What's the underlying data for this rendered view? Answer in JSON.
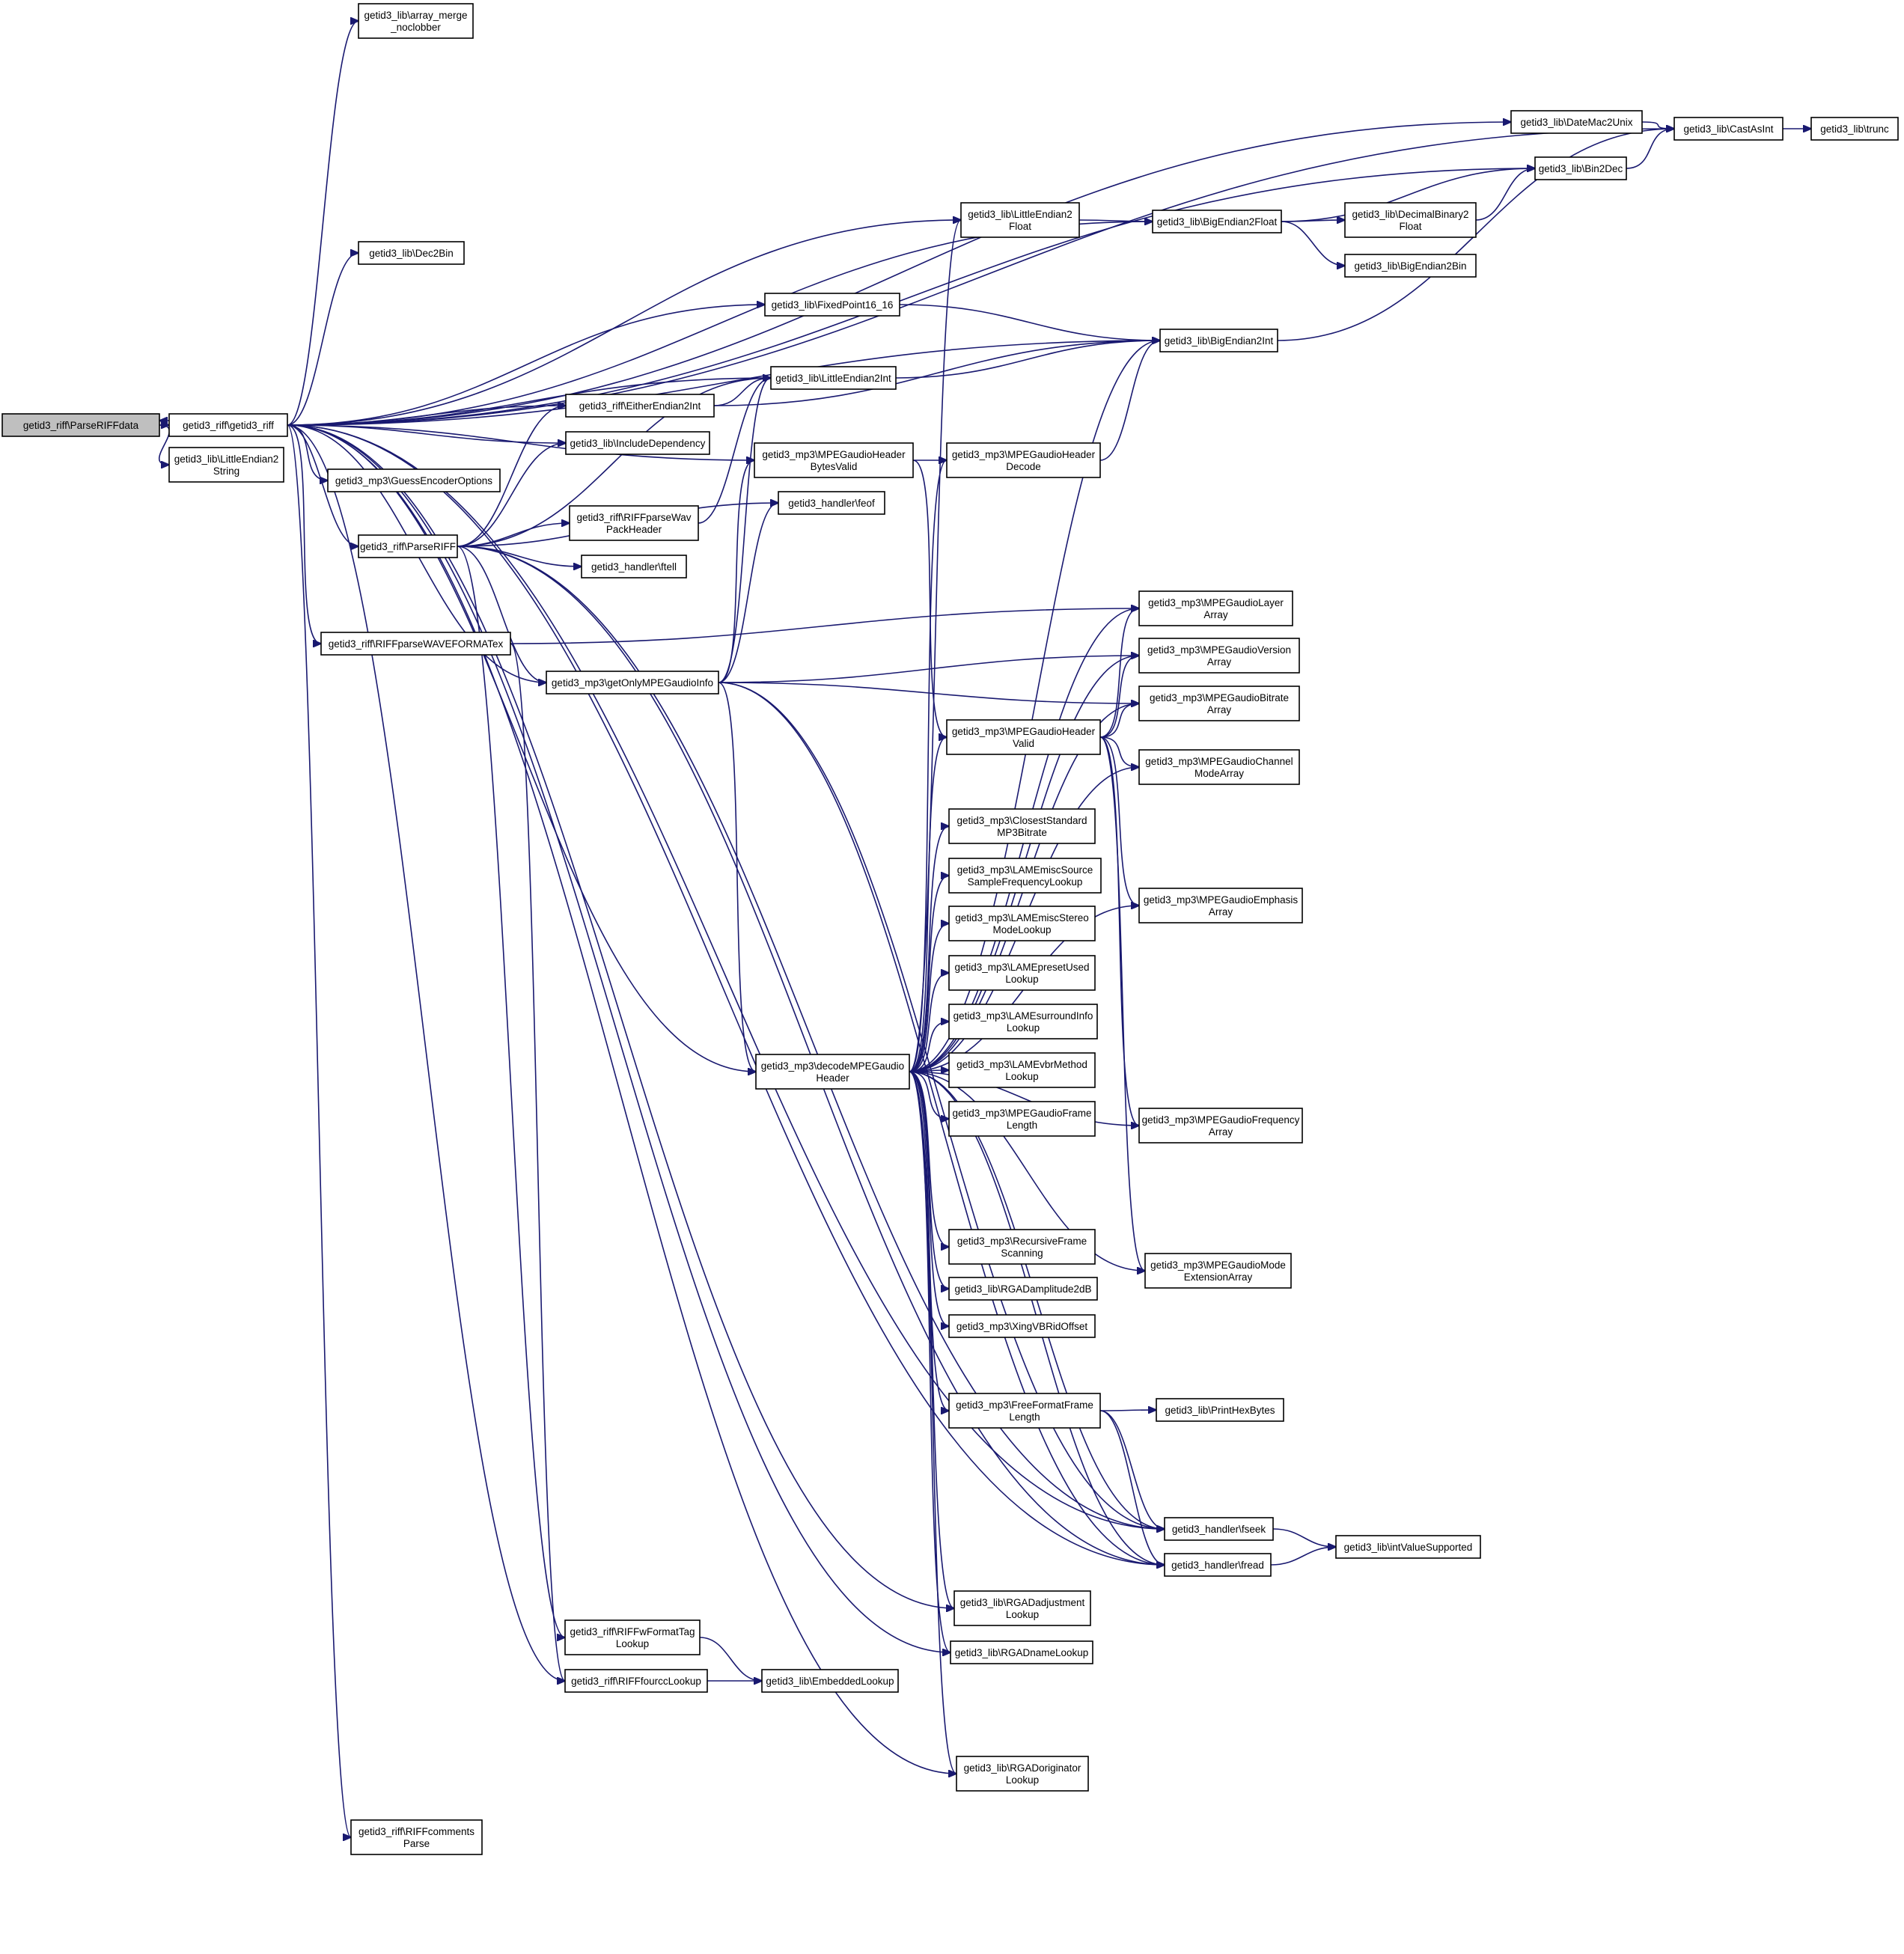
{
  "colors": {
    "edge": "#191970",
    "node_fill": "#ffffff",
    "root_fill": "#bfbfbf",
    "node_border": "#000000"
  },
  "nodes": [
    {
      "id": "parseriffdata",
      "lines": [
        "getid3_riff\\ParseRIFFdata"
      ],
      "root": true
    },
    {
      "id": "getid3_riff",
      "lines": [
        "getid3_riff\\getid3_riff"
      ]
    },
    {
      "id": "le2string",
      "lines": [
        "getid3_lib\\LittleEndian2",
        "String"
      ]
    },
    {
      "id": "array_merge",
      "lines": [
        "getid3_lib\\array_merge",
        "_noclobber"
      ]
    },
    {
      "id": "dec2bin",
      "lines": [
        "getid3_lib\\Dec2Bin"
      ]
    },
    {
      "id": "either",
      "lines": [
        "getid3_riff\\EitherEndian2Int"
      ]
    },
    {
      "id": "includedep",
      "lines": [
        "getid3_lib\\IncludeDependency"
      ]
    },
    {
      "id": "guessenc",
      "lines": [
        "getid3_mp3\\GuessEncoderOptions"
      ]
    },
    {
      "id": "parseriff",
      "lines": [
        "getid3_riff\\ParseRIFF"
      ]
    },
    {
      "id": "wavpack",
      "lines": [
        "getid3_riff\\RIFFparseWav",
        "PackHeader"
      ]
    },
    {
      "id": "ftell",
      "lines": [
        "getid3_handler\\ftell"
      ]
    },
    {
      "id": "waveformatex",
      "lines": [
        "getid3_riff\\RIFFparseWAVEFORMATex"
      ]
    },
    {
      "id": "getonlympeg",
      "lines": [
        "getid3_mp3\\getOnlyMPEGaudioInfo"
      ]
    },
    {
      "id": "fixedpoint",
      "lines": [
        "getid3_lib\\FixedPoint16_16"
      ]
    },
    {
      "id": "le2int",
      "lines": [
        "getid3_lib\\LittleEndian2Int"
      ]
    },
    {
      "id": "hdrbytesvalid",
      "lines": [
        "getid3_mp3\\MPEGaudioHeader",
        "BytesValid"
      ]
    },
    {
      "id": "feof",
      "lines": [
        "getid3_handler\\feof"
      ]
    },
    {
      "id": "le2float",
      "lines": [
        "getid3_lib\\LittleEndian2",
        "Float"
      ]
    },
    {
      "id": "be2float",
      "lines": [
        "getid3_lib\\BigEndian2Float"
      ]
    },
    {
      "id": "be2int",
      "lines": [
        "getid3_lib\\BigEndian2Int"
      ]
    },
    {
      "id": "hdrdecode",
      "lines": [
        "getid3_mp3\\MPEGaudioHeader",
        "Decode"
      ]
    },
    {
      "id": "datemac",
      "lines": [
        "getid3_lib\\DateMac2Unix"
      ]
    },
    {
      "id": "castasint",
      "lines": [
        "getid3_lib\\CastAsInt"
      ]
    },
    {
      "id": "trunc",
      "lines": [
        "getid3_lib\\trunc"
      ]
    },
    {
      "id": "bin2dec",
      "lines": [
        "getid3_lib\\Bin2Dec"
      ]
    },
    {
      "id": "decbinfloat",
      "lines": [
        "getid3_lib\\DecimalBinary2",
        "Float"
      ]
    },
    {
      "id": "be2bin",
      "lines": [
        "getid3_lib\\BigEndian2Bin"
      ]
    },
    {
      "id": "layerarr",
      "lines": [
        "getid3_mp3\\MPEGaudioLayer",
        "Array"
      ]
    },
    {
      "id": "versionarr",
      "lines": [
        "getid3_mp3\\MPEGaudioVersion",
        "Array"
      ]
    },
    {
      "id": "bitratearr",
      "lines": [
        "getid3_mp3\\MPEGaudioBitrate",
        "Array"
      ]
    },
    {
      "id": "hdrvalid",
      "lines": [
        "getid3_mp3\\MPEGaudioHeader",
        "Valid"
      ]
    },
    {
      "id": "channelarr",
      "lines": [
        "getid3_mp3\\MPEGaudioChannel",
        "ModeArray"
      ]
    },
    {
      "id": "closest",
      "lines": [
        "getid3_mp3\\ClosestStandard",
        "MP3Bitrate"
      ]
    },
    {
      "id": "lamemisc_sf",
      "lines": [
        "getid3_mp3\\LAMEmiscSource",
        "SampleFrequencyLookup"
      ]
    },
    {
      "id": "lamemisc_st",
      "lines": [
        "getid3_mp3\\LAMEmiscStereo",
        "ModeLookup"
      ]
    },
    {
      "id": "lamepreset",
      "lines": [
        "getid3_mp3\\LAMEpresetUsed",
        "Lookup"
      ]
    },
    {
      "id": "lamesurround",
      "lines": [
        "getid3_mp3\\LAMEsurroundInfo",
        "Lookup"
      ]
    },
    {
      "id": "lamevbr",
      "lines": [
        "getid3_mp3\\LAMEvbrMethod",
        "Lookup"
      ]
    },
    {
      "id": "framelen",
      "lines": [
        "getid3_mp3\\MPEGaudioFrame",
        "Length"
      ]
    },
    {
      "id": "decodehdr",
      "lines": [
        "getid3_mp3\\decodeMPEGaudio",
        "Header"
      ]
    },
    {
      "id": "emphasisarr",
      "lines": [
        "getid3_mp3\\MPEGaudioEmphasis",
        "Array"
      ]
    },
    {
      "id": "freqarr",
      "lines": [
        "getid3_mp3\\MPEGaudioFrequency",
        "Array"
      ]
    },
    {
      "id": "recursive",
      "lines": [
        "getid3_mp3\\RecursiveFrame",
        "Scanning"
      ]
    },
    {
      "id": "rgadamp",
      "lines": [
        "getid3_lib\\RGADamplitude2dB"
      ]
    },
    {
      "id": "xingvbr",
      "lines": [
        "getid3_mp3\\XingVBRidOffset"
      ]
    },
    {
      "id": "modeextarr",
      "lines": [
        "getid3_mp3\\MPEGaudioMode",
        "ExtensionArray"
      ]
    },
    {
      "id": "freeformat",
      "lines": [
        "getid3_mp3\\FreeFormatFrame",
        "Length"
      ]
    },
    {
      "id": "printhex",
      "lines": [
        "getid3_lib\\PrintHexBytes"
      ]
    },
    {
      "id": "fseek",
      "lines": [
        "getid3_handler\\fseek"
      ]
    },
    {
      "id": "fread",
      "lines": [
        "getid3_handler\\fread"
      ]
    },
    {
      "id": "intvalue",
      "lines": [
        "getid3_lib\\intValueSupported"
      ]
    },
    {
      "id": "rgadadj",
      "lines": [
        "getid3_lib\\RGADadjustment",
        "Lookup"
      ]
    },
    {
      "id": "wformattag",
      "lines": [
        "getid3_riff\\RIFFwFormatTag",
        "Lookup"
      ]
    },
    {
      "id": "rgadname",
      "lines": [
        "getid3_lib\\RGADnameLookup"
      ]
    },
    {
      "id": "fourcc",
      "lines": [
        "getid3_riff\\RIFFfourccLookup"
      ]
    },
    {
      "id": "embedded",
      "lines": [
        "getid3_lib\\EmbeddedLookup"
      ]
    },
    {
      "id": "rgadorig",
      "lines": [
        "getid3_lib\\RGADoriginator",
        "Lookup"
      ]
    },
    {
      "id": "riffcomments",
      "lines": [
        "getid3_riff\\RIFFcomments",
        "Parse"
      ]
    }
  ],
  "edges": [
    [
      "parseriffdata",
      "getid3_riff"
    ],
    [
      "getid3_riff",
      "parseriffdata"
    ],
    [
      "parseriffdata",
      "le2string"
    ],
    [
      "getid3_riff",
      "array_merge"
    ],
    [
      "getid3_riff",
      "castasint"
    ],
    [
      "getid3_riff",
      "datemac"
    ],
    [
      "getid3_riff",
      "bin2dec"
    ],
    [
      "getid3_riff",
      "be2float"
    ],
    [
      "getid3_riff",
      "le2float"
    ],
    [
      "getid3_riff",
      "dec2bin"
    ],
    [
      "getid3_riff",
      "be2int"
    ],
    [
      "getid3_riff",
      "fixedpoint"
    ],
    [
      "getid3_riff",
      "le2int"
    ],
    [
      "getid3_riff",
      "either"
    ],
    [
      "getid3_riff",
      "includedep"
    ],
    [
      "getid3_riff",
      "guessenc"
    ],
    [
      "getid3_riff",
      "parseriff"
    ],
    [
      "getid3_riff",
      "waveformatex"
    ],
    [
      "getid3_riff",
      "getonlympeg"
    ],
    [
      "getid3_riff",
      "hdrbytesvalid"
    ],
    [
      "getid3_riff",
      "decodehdr"
    ],
    [
      "getid3_riff",
      "fseek"
    ],
    [
      "getid3_riff",
      "fread"
    ],
    [
      "getid3_riff",
      "rgadadj"
    ],
    [
      "getid3_riff",
      "rgadname"
    ],
    [
      "getid3_riff",
      "rgadorig"
    ],
    [
      "getid3_riff",
      "fourcc"
    ],
    [
      "getid3_riff",
      "riffcomments"
    ],
    [
      "parseriff",
      "either"
    ],
    [
      "parseriff",
      "includedep"
    ],
    [
      "parseriff",
      "le2int"
    ],
    [
      "parseriff",
      "wavpack"
    ],
    [
      "parseriff",
      "ftell"
    ],
    [
      "parseriff",
      "feof"
    ],
    [
      "parseriff",
      "getonlympeg"
    ],
    [
      "parseriff",
      "wformattag"
    ],
    [
      "parseriff",
      "fseek"
    ],
    [
      "parseriff",
      "fread"
    ],
    [
      "waveformatex",
      "layerarr"
    ],
    [
      "waveformatex",
      "fourcc"
    ],
    [
      "getonlympeg",
      "le2int"
    ],
    [
      "getonlympeg",
      "hdrbytesvalid"
    ],
    [
      "getonlympeg",
      "feof"
    ],
    [
      "getonlympeg",
      "versionarr"
    ],
    [
      "getonlympeg",
      "bitratearr"
    ],
    [
      "getonlympeg",
      "decodehdr"
    ],
    [
      "getonlympeg",
      "fseek"
    ],
    [
      "getonlympeg",
      "fread"
    ],
    [
      "either",
      "le2int"
    ],
    [
      "either",
      "be2int"
    ],
    [
      "fixedpoint",
      "be2int"
    ],
    [
      "le2int",
      "be2int"
    ],
    [
      "wavpack",
      "le2int"
    ],
    [
      "hdrbytesvalid",
      "hdrdecode"
    ],
    [
      "hdrbytesvalid",
      "hdrvalid"
    ],
    [
      "hdrdecode",
      "be2int"
    ],
    [
      "le2float",
      "be2float"
    ],
    [
      "be2float",
      "bin2dec"
    ],
    [
      "be2float",
      "decbinfloat"
    ],
    [
      "be2float",
      "be2bin"
    ],
    [
      "decbinfloat",
      "bin2dec"
    ],
    [
      "bin2dec",
      "castasint"
    ],
    [
      "datemac",
      "castasint"
    ],
    [
      "castasint",
      "trunc"
    ],
    [
      "be2int",
      "castasint"
    ],
    [
      "hdrvalid",
      "layerarr"
    ],
    [
      "hdrvalid",
      "versionarr"
    ],
    [
      "hdrvalid",
      "bitratearr"
    ],
    [
      "hdrvalid",
      "channelarr"
    ],
    [
      "hdrvalid",
      "emphasisarr"
    ],
    [
      "hdrvalid",
      "freqarr"
    ],
    [
      "hdrvalid",
      "modeextarr"
    ],
    [
      "decodehdr",
      "le2float"
    ],
    [
      "decodehdr",
      "be2int"
    ],
    [
      "decodehdr",
      "hdrdecode"
    ],
    [
      "decodehdr",
      "hdrvalid"
    ],
    [
      "decodehdr",
      "layerarr"
    ],
    [
      "decodehdr",
      "versionarr"
    ],
    [
      "decodehdr",
      "bitratearr"
    ],
    [
      "decodehdr",
      "channelarr"
    ],
    [
      "decodehdr",
      "closest"
    ],
    [
      "decodehdr",
      "lamemisc_sf"
    ],
    [
      "decodehdr",
      "lamemisc_st"
    ],
    [
      "decodehdr",
      "lamepreset"
    ],
    [
      "decodehdr",
      "lamesurround"
    ],
    [
      "decodehdr",
      "lamevbr"
    ],
    [
      "decodehdr",
      "framelen"
    ],
    [
      "decodehdr",
      "emphasisarr"
    ],
    [
      "decodehdr",
      "freqarr"
    ],
    [
      "decodehdr",
      "recursive"
    ],
    [
      "decodehdr",
      "rgadamp"
    ],
    [
      "decodehdr",
      "xingvbr"
    ],
    [
      "decodehdr",
      "modeextarr"
    ],
    [
      "decodehdr",
      "freeformat"
    ],
    [
      "decodehdr",
      "fseek"
    ],
    [
      "decodehdr",
      "fread"
    ],
    [
      "decodehdr",
      "rgadadj"
    ],
    [
      "decodehdr",
      "rgadname"
    ],
    [
      "decodehdr",
      "rgadorig"
    ],
    [
      "freeformat",
      "printhex"
    ],
    [
      "freeformat",
      "fseek"
    ],
    [
      "freeformat",
      "fread"
    ],
    [
      "fseek",
      "intvalue"
    ],
    [
      "fread",
      "intvalue"
    ],
    [
      "wformattag",
      "embedded"
    ],
    [
      "fourcc",
      "embedded"
    ]
  ]
}
